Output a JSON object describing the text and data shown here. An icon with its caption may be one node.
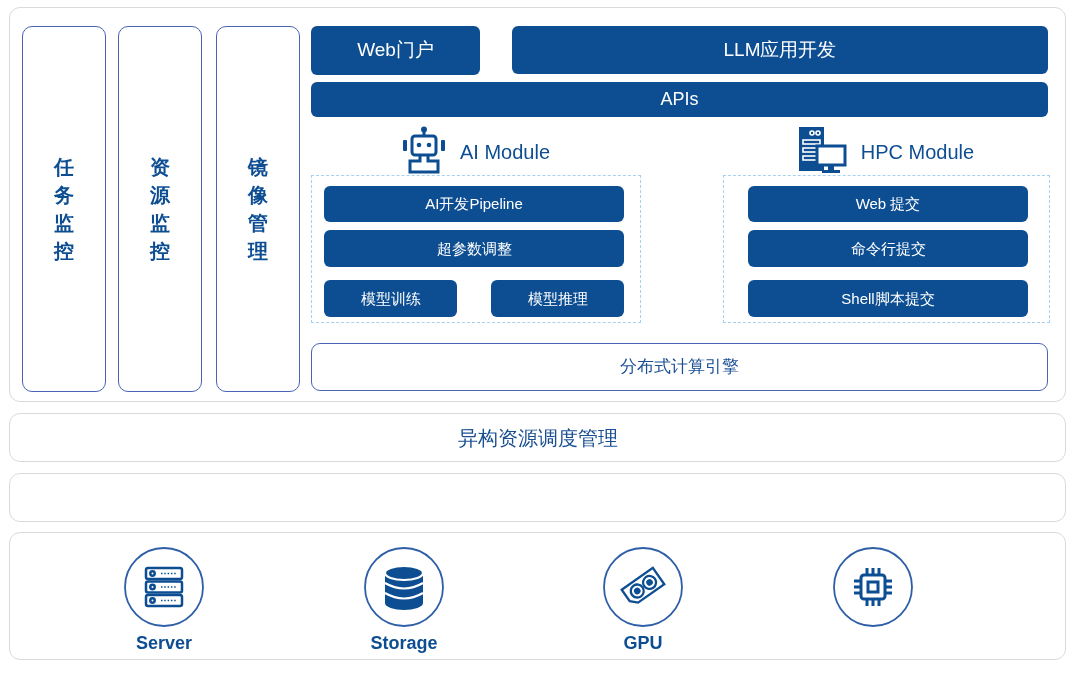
{
  "diagram": {
    "nodes": [
      {
        "text": [],
        "shape": "box"
      },
      {
        "text": [
          "任务监控"
        ],
        "in": 0
      },
      {
        "text": [
          "资源监控"
        ],
        "in": 0
      },
      {
        "text": [
          "镜像管理"
        ],
        "in": 0
      },
      {
        "text": [
          "Web门户"
        ],
        "in": 0
      },
      {
        "text": [
          "LLM应用开发"
        ],
        "in": 0
      },
      {
        "text": [
          "APIs"
        ],
        "in": 0
      },
      {
        "text": [
          "AI Module"
        ],
        "in": 0
      },
      {
        "text": [
          "AI开发Pipeline"
        ],
        "in": 7
      },
      {
        "text": [
          "超参数调整"
        ],
        "in": 7
      },
      {
        "text": [
          "模型训练"
        ],
        "in": 7
      },
      {
        "text": [
          "模型推理"
        ],
        "in": 7
      },
      {
        "text": [
          "HPC Module"
        ],
        "in": 0
      },
      {
        "text": [
          "Web 提交"
        ],
        "in": 12
      },
      {
        "text": [
          "命令行提交"
        ],
        "in": 12
      },
      {
        "text": [
          "Shell脚本提交"
        ],
        "in": 12
      },
      {
        "text": [
          "分布式计算引擎"
        ],
        "in": 0
      },
      {
        "text": [
          "异构资源调度管理"
        ]
      },
      {
        "text": [],
        "shape": "box"
      },
      {
        "text": [],
        "shape": "box"
      },
      {
        "text": [
          "Server"
        ],
        "in": 19
      },
      {
        "text": [
          "Storage"
        ],
        "in": 19
      },
      {
        "text": [
          "GPU"
        ],
        "in": 19
      },
      {
        "text": [],
        "shape": "circle",
        "in": 19
      }
    ]
  }
}
